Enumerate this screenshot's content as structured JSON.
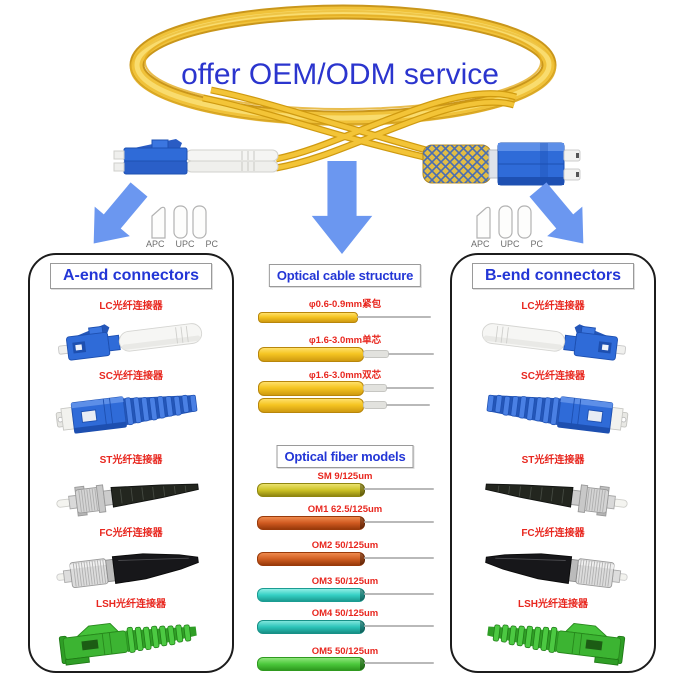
{
  "banner": {
    "title": "offer OEM/ODM service"
  },
  "ferrule_options": {
    "labels": [
      "APC",
      "UPC",
      "PC"
    ]
  },
  "panels": {
    "a_end": {
      "title": "A-end connectors",
      "items": [
        {
          "type": "lc",
          "label": "LC光纤连接器"
        },
        {
          "type": "sc",
          "label": "SC光纤连接器"
        },
        {
          "type": "st",
          "label": "ST光纤连接器"
        },
        {
          "type": "fc",
          "label": "FC光纤连接器"
        },
        {
          "type": "lsh",
          "label": "LSH光纤连接器"
        }
      ]
    },
    "b_end": {
      "title": "B-end connectors",
      "items": [
        {
          "type": "lc",
          "label": "LC光纤连接器"
        },
        {
          "type": "sc",
          "label": "SC光纤连接器"
        },
        {
          "type": "st",
          "label": "ST光纤连接器"
        },
        {
          "type": "fc",
          "label": "FC光纤连接器"
        },
        {
          "type": "lsh",
          "label": "LSH光纤连接器"
        }
      ]
    }
  },
  "middle": {
    "cable_structure": {
      "title": "Optical cable structure",
      "cable_color": "#f5c522",
      "items": [
        {
          "label": "φ0.6-0.9mm紧包",
          "style": "tight-buffer"
        },
        {
          "label": "φ1.6-3.0mm单芯",
          "style": "single-core"
        },
        {
          "label": "φ1.6-3.0mm双芯",
          "style": "duplex-core"
        }
      ]
    },
    "fiber_models": {
      "title": "Optical fiber models",
      "items": [
        {
          "label": "SM 9/125um",
          "color": "#cdc326",
          "color_light": "#ebe26e",
          "color_dark": "#8f860f"
        },
        {
          "label": "OM1 62.5/125um",
          "color": "#d05a20",
          "color_light": "#ef8a4e",
          "color_dark": "#993a0a"
        },
        {
          "label": "OM2 50/125um",
          "color": "#d05e22",
          "color_light": "#ef8a4e",
          "color_dark": "#993a0a"
        },
        {
          "label": "OM3 50/125um",
          "color": "#35d1c5",
          "color_light": "#8feee5",
          "color_dark": "#1b9c92"
        },
        {
          "label": "OM4 50/125um",
          "color": "#2cc4b9",
          "color_light": "#7fe6dc",
          "color_dark": "#179086"
        },
        {
          "label": "OM5 50/125um",
          "color": "#4cc93c",
          "color_light": "#8fe57b",
          "color_dark": "#2f9a1f"
        }
      ]
    }
  },
  "colors": {
    "arrow": "#6b97f0",
    "title_text": "#2b35ce",
    "header_text": "#2336d6",
    "label_red": "#e8271f",
    "cable_yellow": "#f0c23a",
    "connector_blue": "#2f6bd8",
    "lsh_green": "#3cb432"
  }
}
